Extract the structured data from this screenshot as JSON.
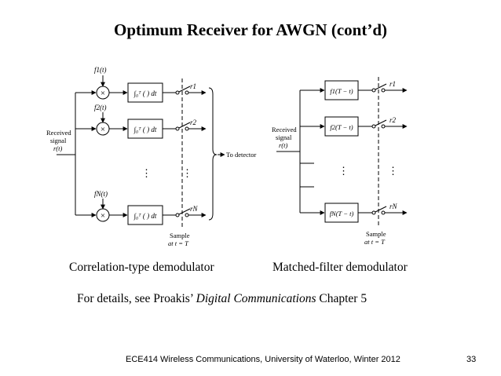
{
  "slide": {
    "title": "Optimum Receiver for AWGN (cont’d)",
    "left_caption": "Correlation-type demodulator",
    "right_caption": "Matched-filter demodulator",
    "details_prefix": "For details, see Proakis’ ",
    "details_book": "Digital Communications",
    "details_suffix": " Chapter 5",
    "footer": "ECE414 Wireless Communications, University of Waterloo, Winter 2012",
    "page_number": "33"
  },
  "correlation_diagram": {
    "input_label_lines": [
      "Received",
      "signal",
      "r(t)"
    ],
    "basis_labels": [
      "f1(t)",
      "f2(t)",
      "fN(t)"
    ],
    "integrator_label": "∫₀ᵀ ( ) dt",
    "outputs": [
      "r1",
      "r2",
      "rN"
    ],
    "multiplier_symbol": "×",
    "ellipsis": "⋮",
    "detector_label": "To detector",
    "sample_label_lines": [
      "Sample",
      "at t = T"
    ]
  },
  "matched_diagram": {
    "input_label_lines": [
      "Received",
      "signal",
      "r(t)"
    ],
    "filters": [
      "f1(T − t)",
      "f2(T − t)",
      "fN(T − t)"
    ],
    "outputs": [
      "r1",
      "r2",
      "rN"
    ],
    "ellipsis": "⋮",
    "sample_label_lines": [
      "Sample",
      "at t = T"
    ]
  }
}
